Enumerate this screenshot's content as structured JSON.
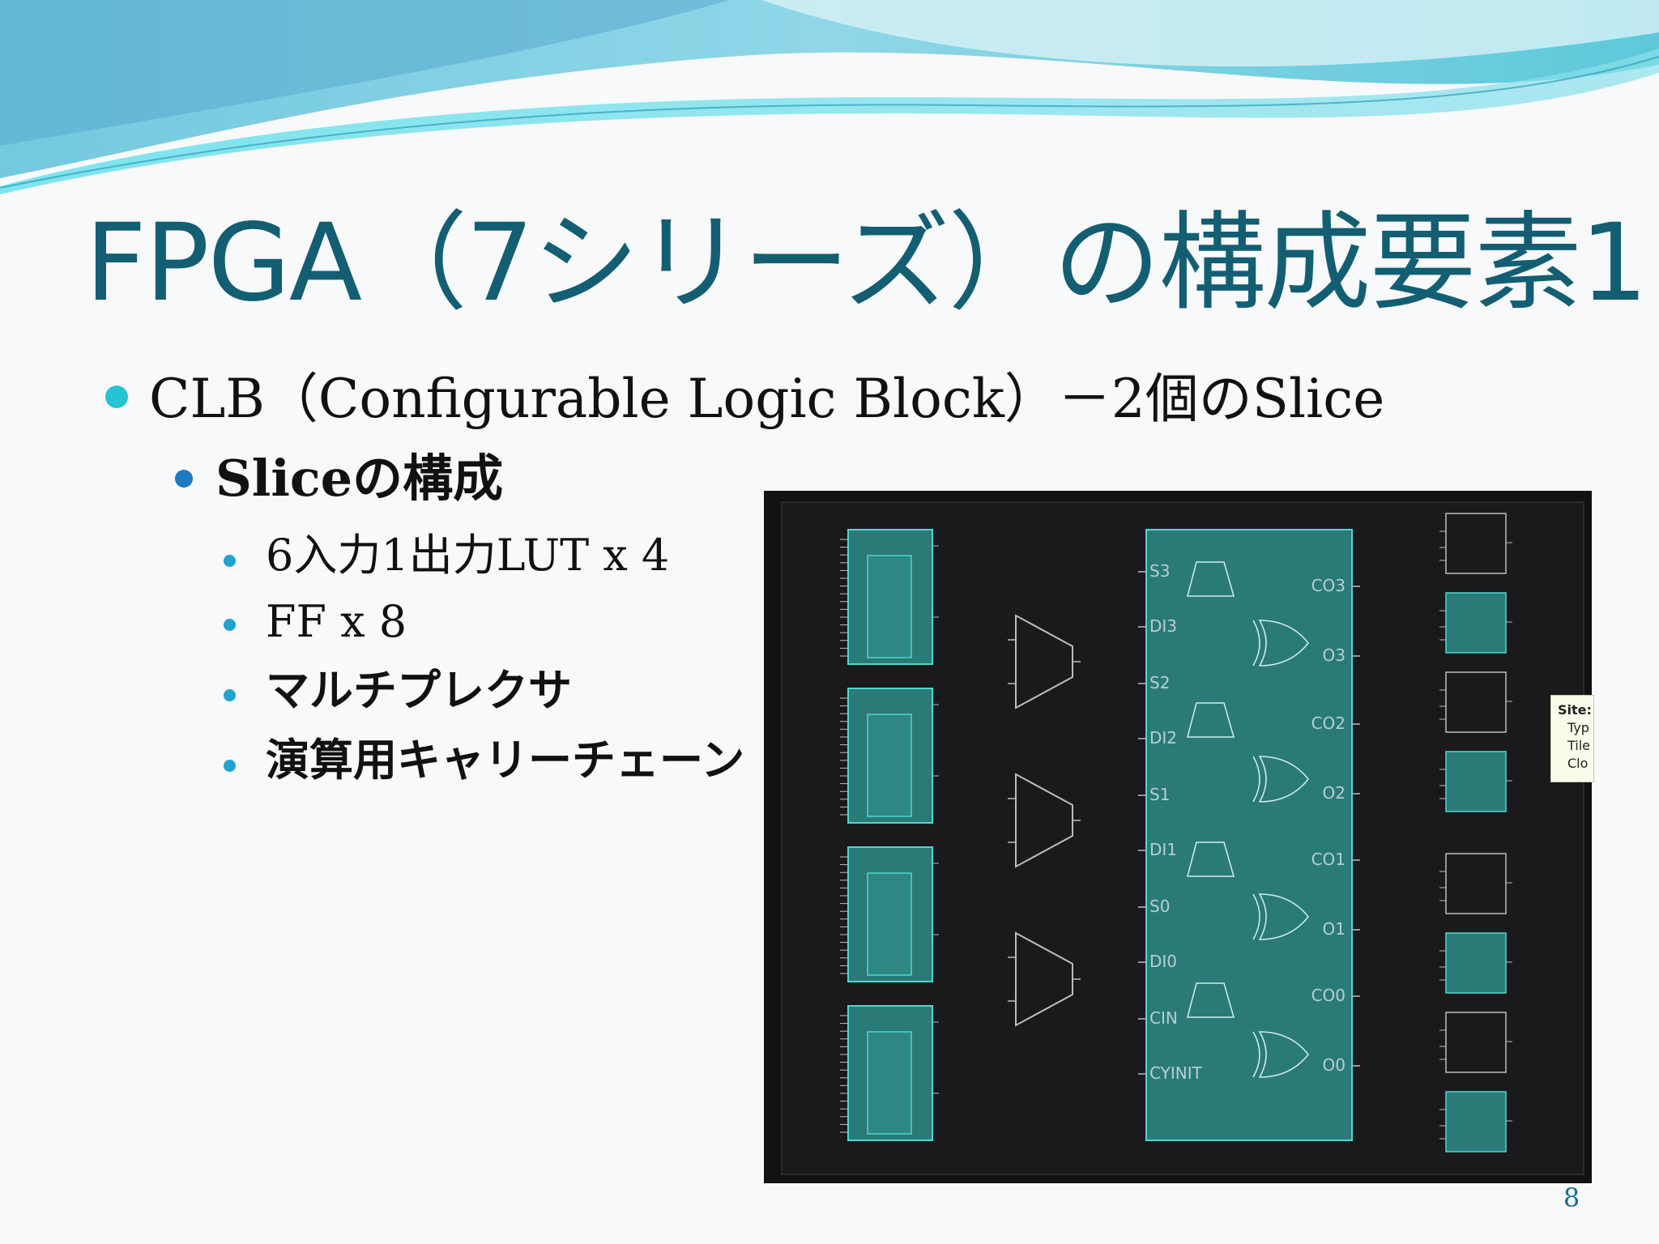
{
  "title": "FPGA（7シリーズ）の構成要素1",
  "bullets": {
    "level1": "CLB（Configurable Logic Block）－2個のSlice",
    "level2": "Sliceの構成",
    "level3": [
      "6入力1出力LUT x 4",
      "FF x 8",
      "マルチプレクサ",
      "演算用キャリーチェーン"
    ]
  },
  "diagram": {
    "carry_left_ports": [
      "S3",
      "DI3",
      "S2",
      "DI2",
      "S1",
      "DI1",
      "S0",
      "DI0",
      "CIN",
      "CYINIT"
    ],
    "carry_right_ports": [
      "CO3",
      "O3",
      "CO2",
      "O2",
      "CO1",
      "O1",
      "CO0",
      "O0"
    ],
    "tooltip": [
      "Site:",
      "Typ",
      "Tile",
      "Clo"
    ]
  },
  "page_number": "8",
  "colors": {
    "title": "#135e72",
    "bullet1": "#26c3d3",
    "bullet2": "#1d79c2",
    "bullet3": "#22a2cf",
    "panel_bg": "#121214",
    "block_fill": "#2a7a78",
    "block_stroke": "#4fd6d0",
    "wire": "#bcbcbc"
  }
}
